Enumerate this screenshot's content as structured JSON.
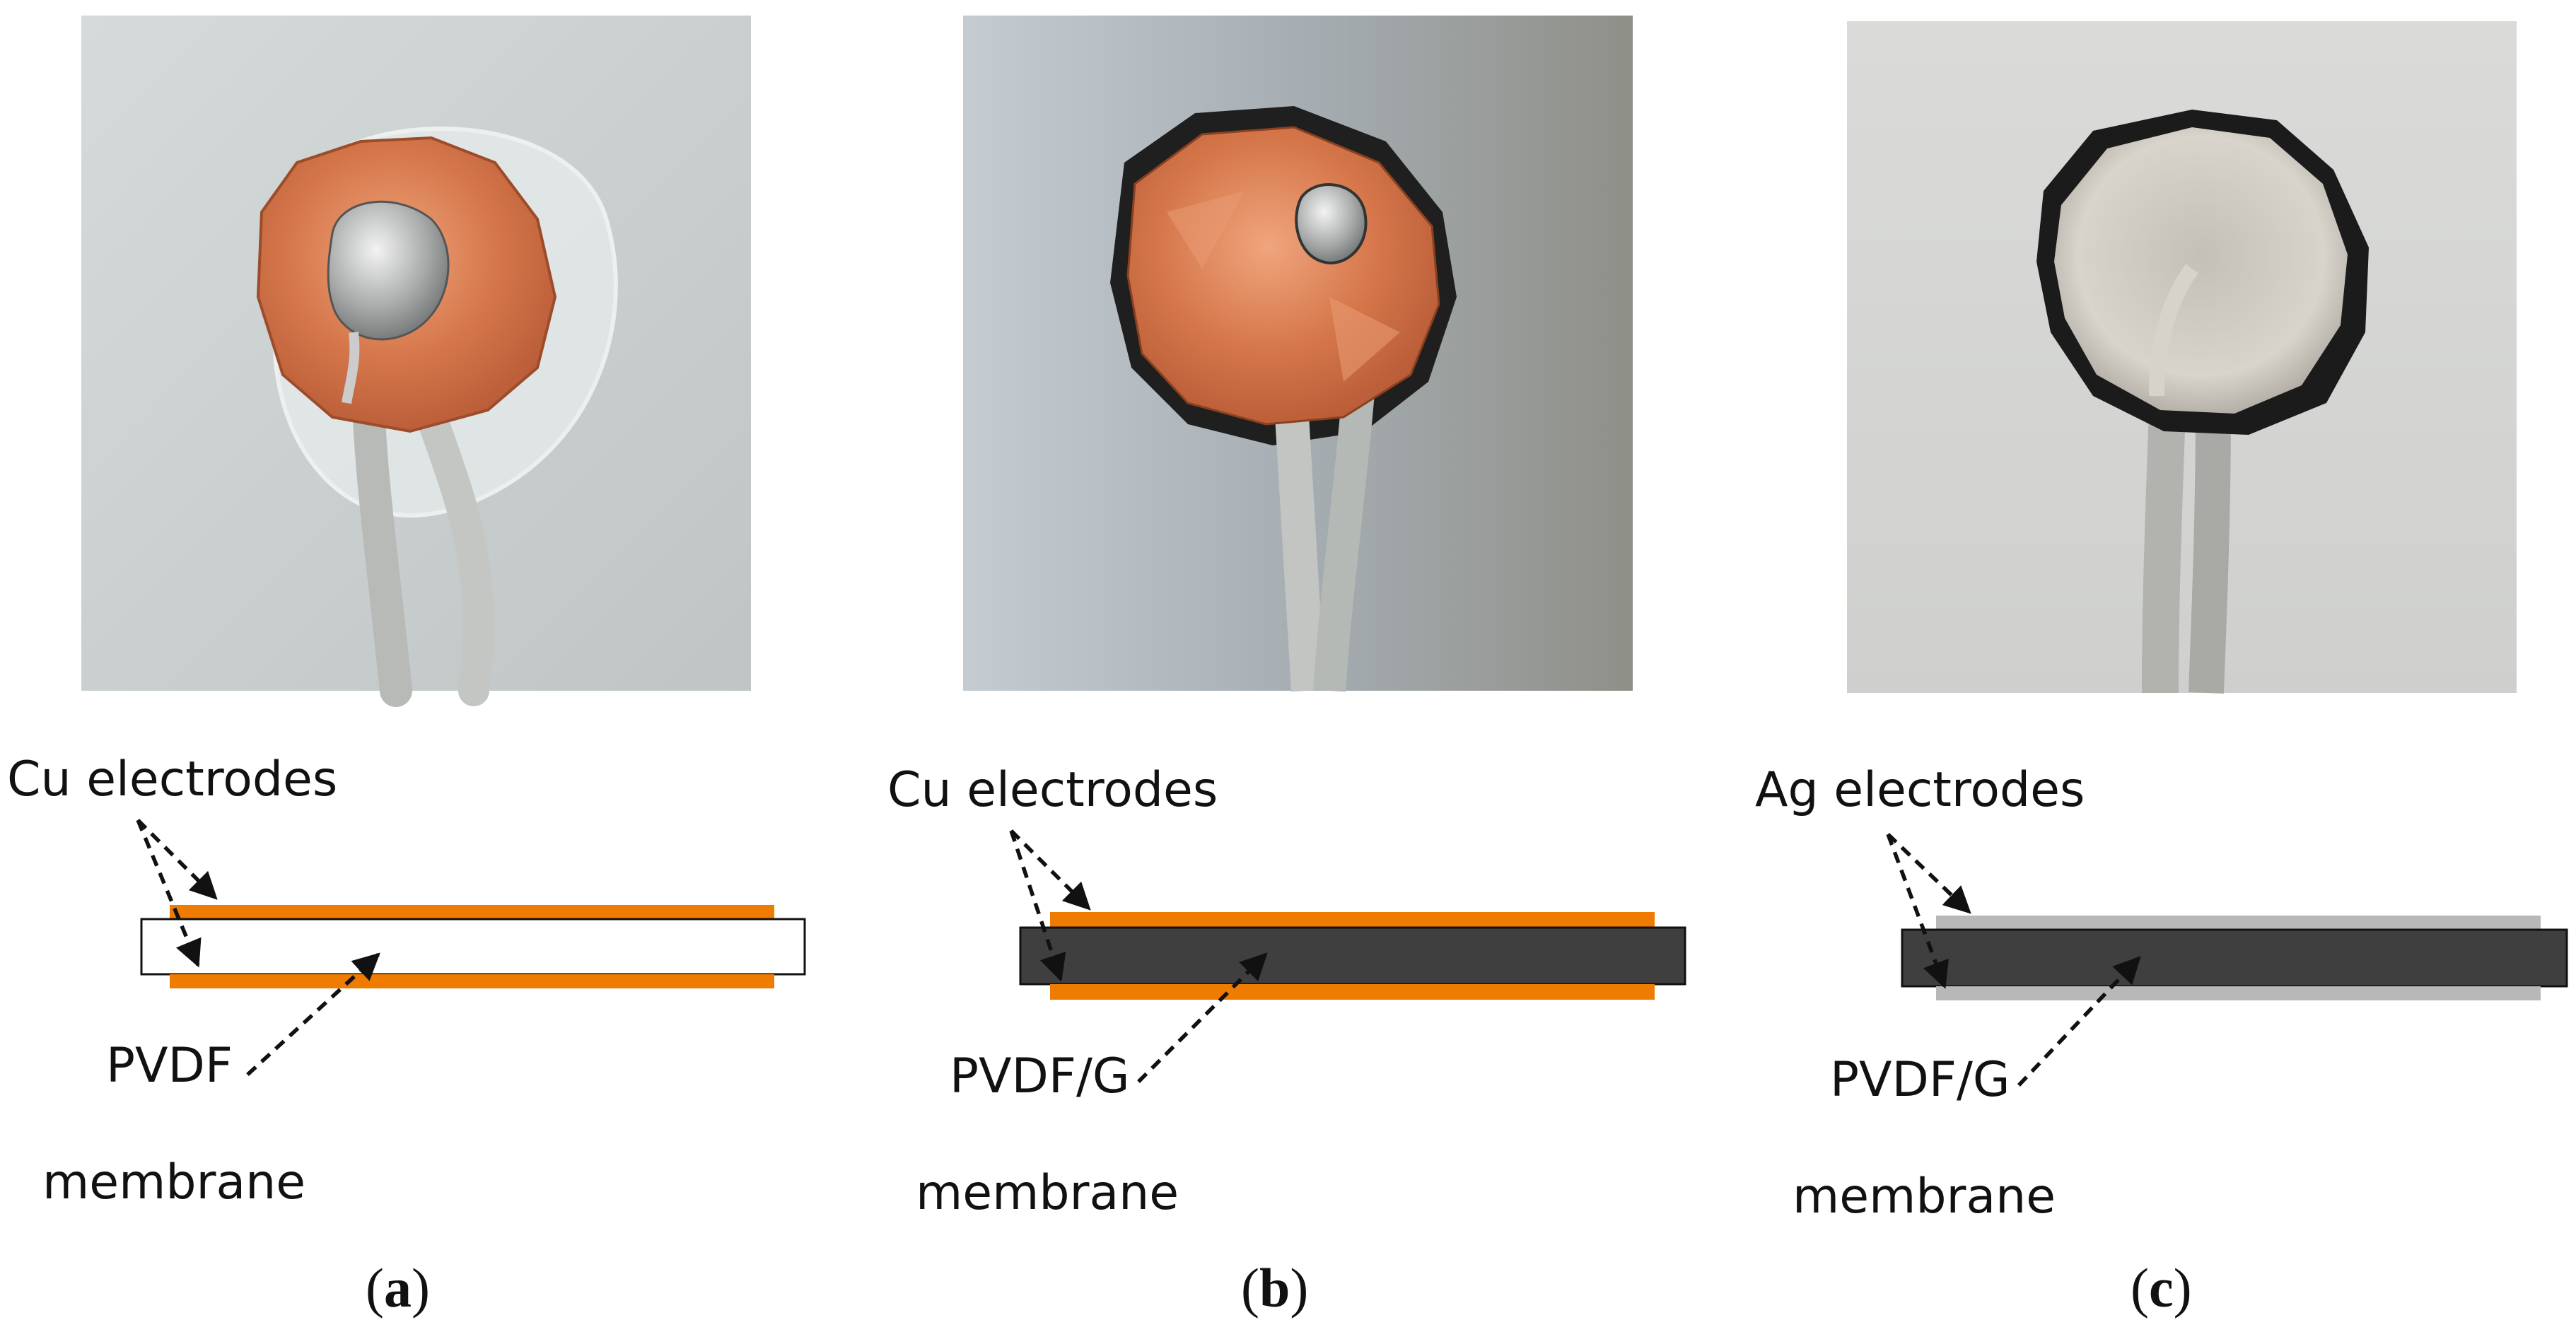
{
  "colors": {
    "copper_strip": "#ef7b00",
    "pvdf_fill": "#ffffff",
    "pvdf_g_fill": "#3f3f3f",
    "ag_strip": "#b8b8b8",
    "background": "#ffffff"
  },
  "panels": [
    {
      "id": "a",
      "photo": {
        "kind": "copper-disc-on-clear-membrane",
        "background": "#c9cfcf"
      },
      "labels": {
        "electrodes": "Cu electrodes",
        "material": "PVDF",
        "membrane": "membrane"
      },
      "caption": {
        "open": "(",
        "letter": "a",
        "close": ")"
      }
    },
    {
      "id": "b",
      "photo": {
        "kind": "copper-disc-on-dark-membrane",
        "background": "#a9b1b6"
      },
      "labels": {
        "electrodes": "Cu electrodes",
        "material": "PVDF/G",
        "membrane": "membrane"
      },
      "caption": {
        "open": "(",
        "letter": "b",
        "close": ")"
      }
    },
    {
      "id": "c",
      "photo": {
        "kind": "silver-disc-on-dark-membrane",
        "background": "#d2d3d1"
      },
      "labels": {
        "electrodes": "Ag electrodes",
        "material": "PVDF/G",
        "membrane": "membrane"
      },
      "caption": {
        "open": "(",
        "letter": "c",
        "close": ")"
      }
    }
  ]
}
